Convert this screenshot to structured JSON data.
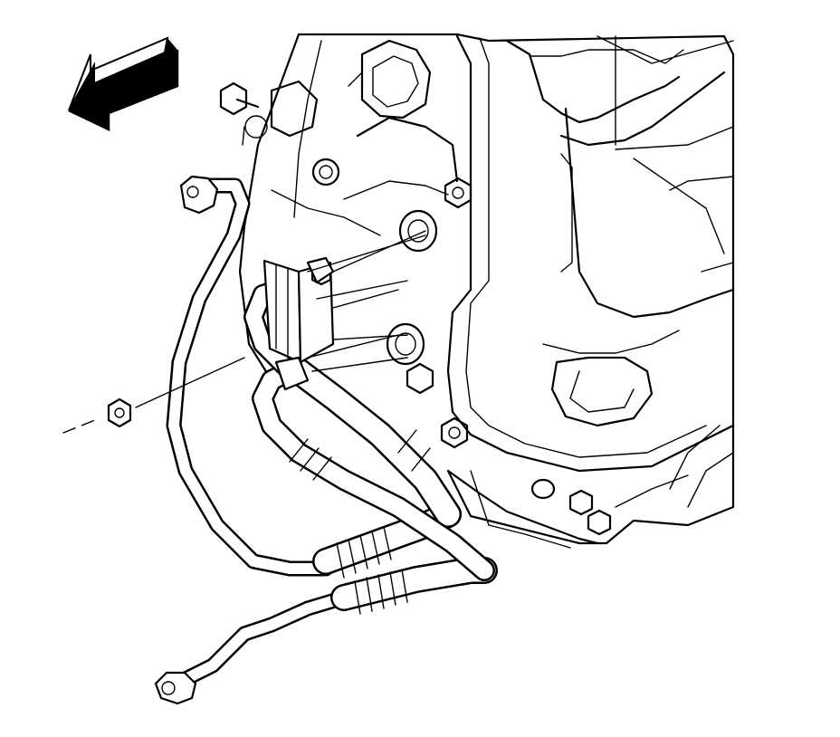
{
  "figure": {
    "kind": "line-art service illustration",
    "colors": {
      "line": "#000000",
      "background": "#ffffff"
    },
    "components": [
      "direction-arrow-icon",
      "transmission-case",
      "cooler-line-bracket",
      "upper-cooler-line",
      "lower-cooler-line",
      "cooler-line-nut",
      "bracket-bolt"
    ]
  }
}
